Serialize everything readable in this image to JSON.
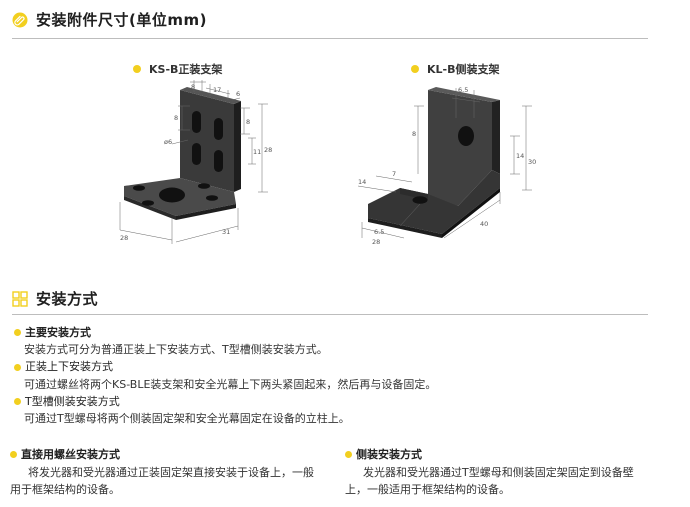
{
  "accessories": {
    "title": "安装附件尺寸(单位mm)",
    "ks": {
      "label": "KS-B正装支架",
      "dims": {
        "d8a": "8",
        "d17": "17",
        "d8b": "8",
        "d8c": "8",
        "d6": "6",
        "d6b": "ø6",
        "d11": "11",
        "d28v": "28",
        "d28": "28",
        "d31": "31"
      }
    },
    "kl": {
      "label": "KL-B侧装支架",
      "dims": {
        "d65a": "6.5",
        "d8": "8",
        "d14v": "14",
        "d30": "30",
        "d7": "7",
        "d14": "14",
        "d65b": "6.5",
        "d28": "28",
        "d40": "40"
      }
    }
  },
  "installation": {
    "title": "安装方式",
    "items": [
      {
        "heading": "主要安装方式",
        "text": "安装方式可分为普通正装上下安装方式、T型槽侧装安装方式。"
      },
      {
        "heading": "正装上下安装方式",
        "text": "可通过螺丝将两个KS-BLE装支架和安全光幕上下两头紧固起来，然后再与设备固定。"
      },
      {
        "heading": "T型槽侧装安装方式",
        "text": "可通过T型螺母将两个侧装固定架和安全光幕固定在设备的立柱上。"
      }
    ],
    "left": {
      "heading": "直接用螺丝安装方式",
      "line1": "将发光器和受光器通过正装固定架直接安装于设备上，一般",
      "line2": "用于框架结构的设备。"
    },
    "right": {
      "heading": "侧装安装方式",
      "line1": "发光器和受光器通过T型螺母和侧装固定架固定到设备壁",
      "line2": "上，一般适用于框架结构的设备。"
    }
  },
  "colors": {
    "accent": "#f2cf1f",
    "rule": "#bdbdbd",
    "metal": "#3a3a3a"
  }
}
